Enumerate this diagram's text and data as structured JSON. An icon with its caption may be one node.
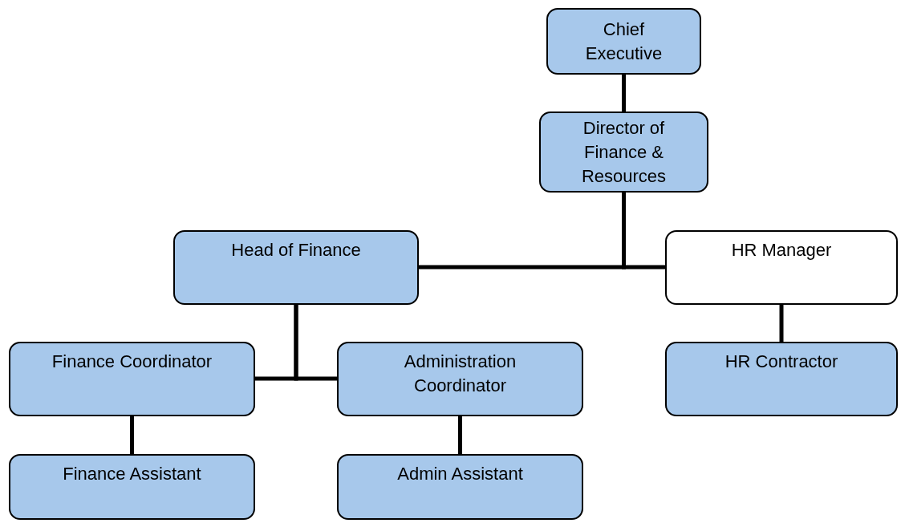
{
  "diagram": {
    "nodes": [
      {
        "text": [
          "Chief Executive"
        ]
      },
      {
        "text": [
          "Director of Finance & Resources"
        ]
      },
      {
        "text": [
          "Head of Finance"
        ]
      },
      {
        "text": [
          "HR Manager"
        ]
      },
      {
        "text": [
          "Finance Coordinator"
        ]
      },
      {
        "text": [
          "Administration Coordinator"
        ]
      },
      {
        "text": [
          "HR Contractor"
        ]
      },
      {
        "text": [
          "Finance Assistant"
        ]
      },
      {
        "text": [
          "Admin Assistant"
        ]
      }
    ],
    "edges": [
      {
        "from": 0,
        "to": 1,
        "arrow": "none"
      },
      {
        "from": 1,
        "to": 2,
        "arrow": "none"
      },
      {
        "from": 1,
        "to": 3,
        "arrow": "none"
      },
      {
        "from": 2,
        "to": 4,
        "arrow": "none"
      },
      {
        "from": 2,
        "to": 5,
        "arrow": "none"
      },
      {
        "from": 3,
        "to": 6,
        "arrow": "none"
      },
      {
        "from": 4,
        "to": 7,
        "arrow": "none"
      },
      {
        "from": 5,
        "to": 8,
        "arrow": "none"
      }
    ]
  }
}
